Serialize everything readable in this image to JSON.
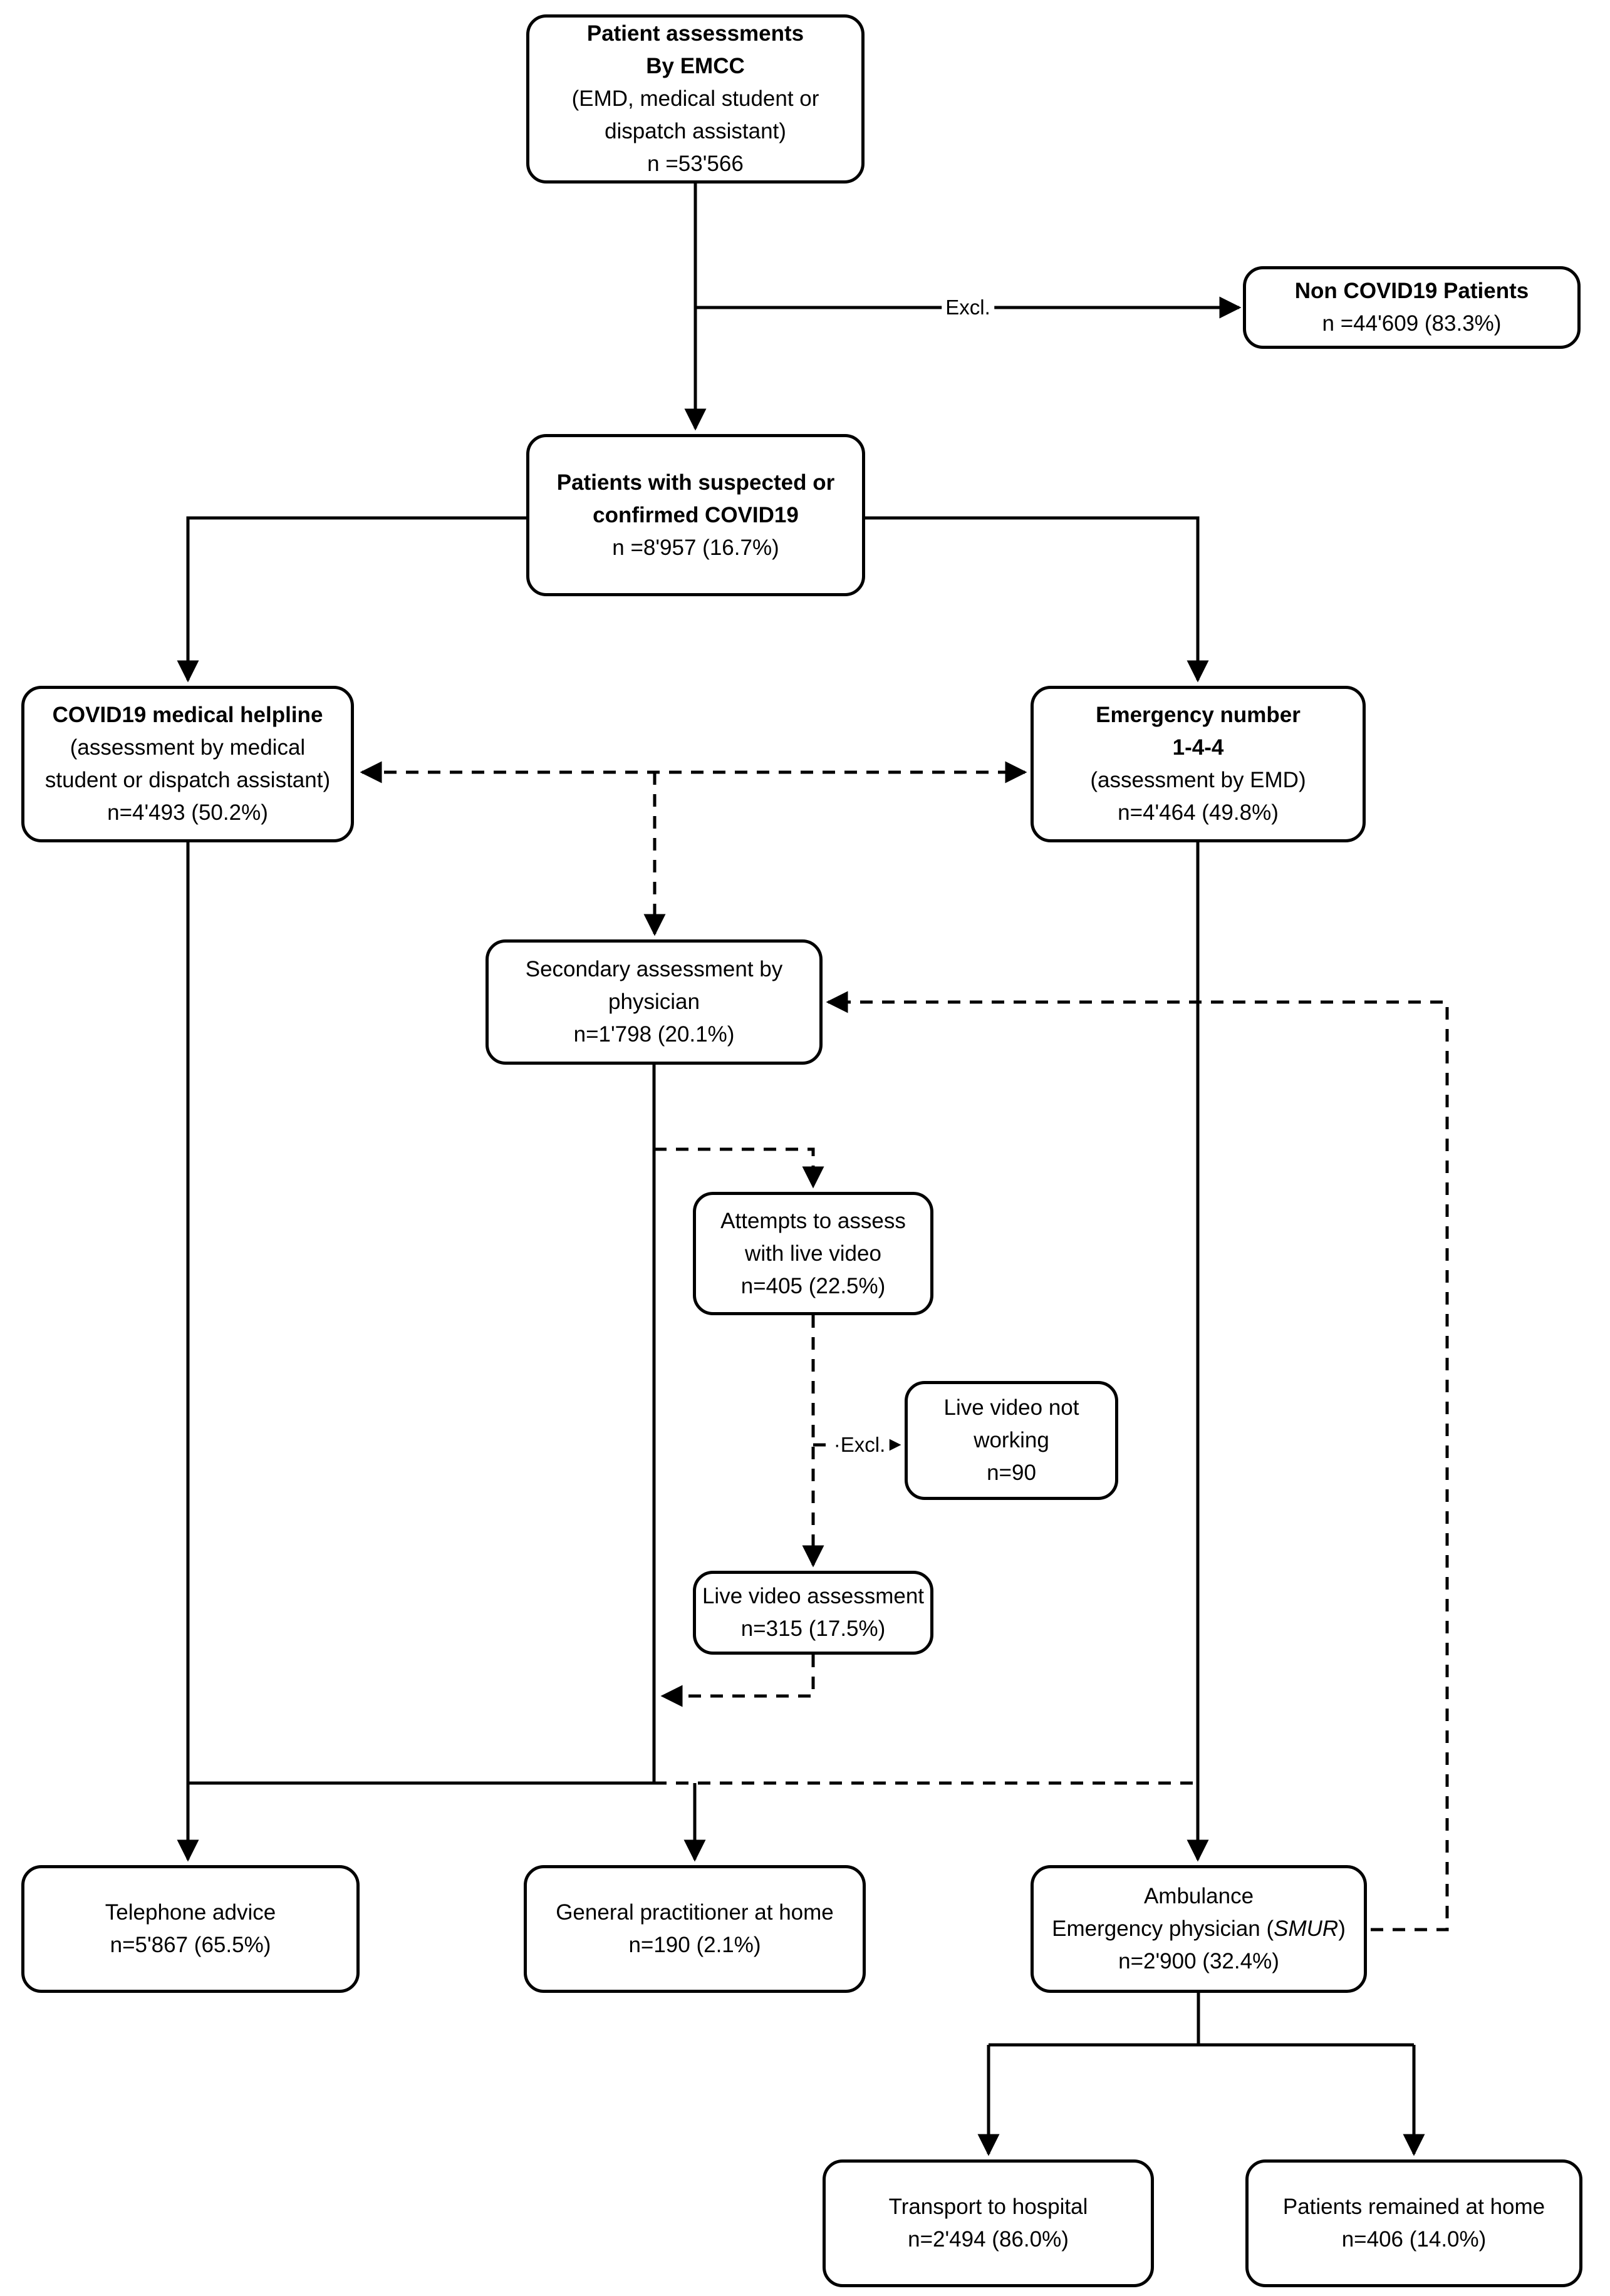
{
  "boxes": {
    "patient": {
      "lines": [
        "Patient assessments",
        "By EMCC",
        "(EMD, medical student or",
        "dispatch assistant)",
        "n =53'566"
      ]
    },
    "non_covid": {
      "lines": [
        "Non COVID19 Patients",
        "n =44'609 (83.3%)"
      ]
    },
    "suspected": {
      "lines": [
        "Patients with suspected or",
        "confirmed COVID19",
        "n =8'957 (16.7%)"
      ]
    },
    "helpline": {
      "lines": [
        "COVID19 medical helpline",
        "(assessment by medical",
        "student or dispatch assistant)",
        "n=4'493 (50.2%)"
      ]
    },
    "emergency": {
      "lines": [
        "Emergency number",
        "1-4-4",
        "(assessment by EMD)",
        "n=4'464 (49.8%)"
      ]
    },
    "secondary": {
      "lines": [
        "Secondary assessment by",
        "physician",
        "n=1'798 (20.1%)"
      ]
    },
    "attempts": {
      "lines": [
        "Attempts to assess",
        "with live video",
        "n=405 (22.5%)"
      ]
    },
    "video_not_working": {
      "lines": [
        "Live video not",
        "working",
        "n=90"
      ]
    },
    "video_assessment": {
      "lines": [
        "Live video assessment",
        "n=315 (17.5%)"
      ]
    },
    "telephone": {
      "lines": [
        "Telephone advice",
        "n=5'867 (65.5%)"
      ]
    },
    "gp": {
      "lines": [
        "General practitioner at home",
        "n=190 (2.1%)"
      ]
    },
    "ambulance": {
      "line1": "Ambulance",
      "line2_pre": "Emergency physician (",
      "line2_italic": "SMUR",
      "line2_post": ")",
      "line3": "n=2'900 (32.4%)"
    },
    "transport": {
      "lines": [
        "Transport to hospital",
        "n=2'494 (86.0%)"
      ]
    },
    "remained": {
      "lines": [
        "Patients remained at home",
        "n=406 (14.0%)"
      ]
    }
  },
  "labels": {
    "excl_top": "Excl.",
    "excl_video": "·Excl."
  },
  "colors": {
    "line": "#000000",
    "background": "#ffffff"
  }
}
